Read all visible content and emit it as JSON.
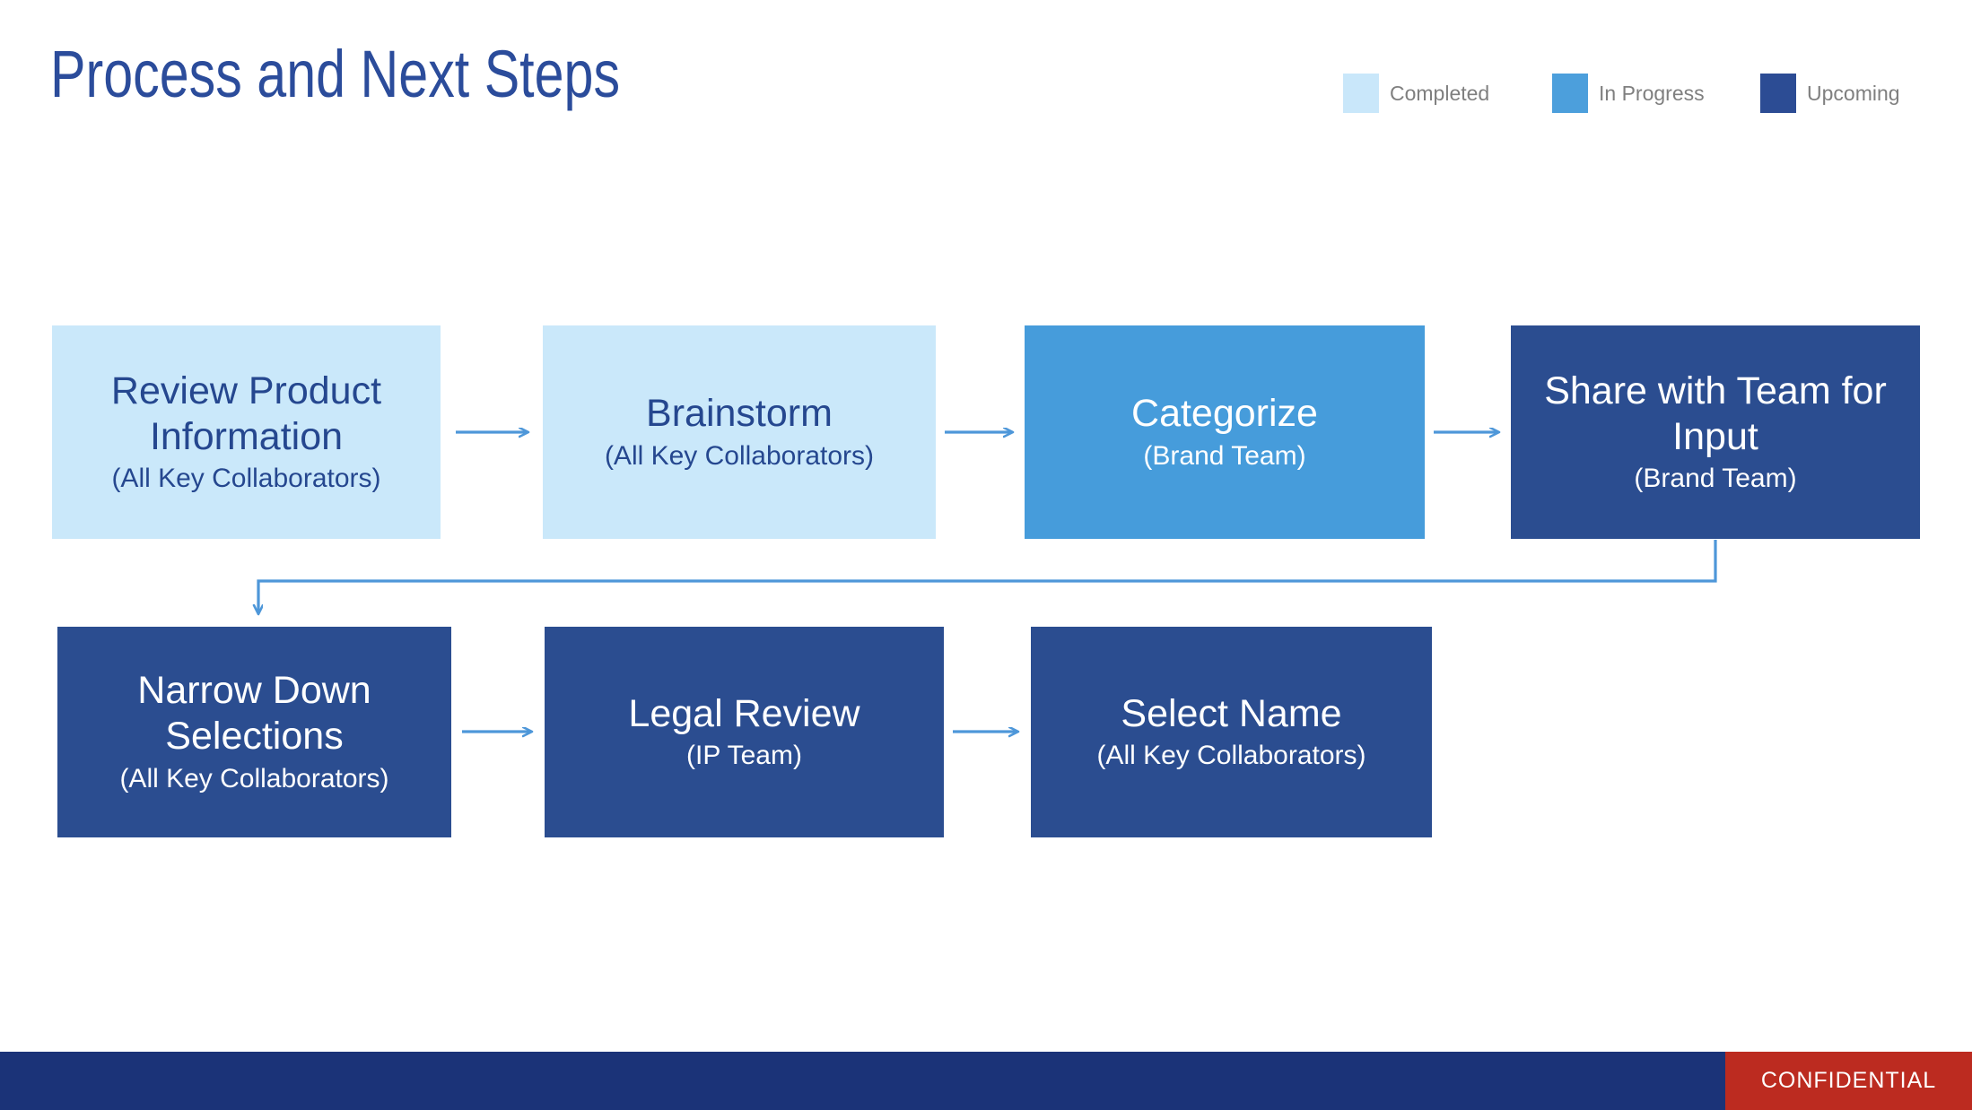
{
  "slide": {
    "title": "Process and Next Steps"
  },
  "legend": {
    "items": [
      {
        "label": "Completed",
        "color": "#C9E7FA",
        "status": "completed"
      },
      {
        "label": "In Progress",
        "color": "#4C9FDC",
        "status": "in_progress"
      },
      {
        "label": "Upcoming",
        "color": "#2C4C94",
        "status": "upcoming"
      }
    ]
  },
  "flow": {
    "steps": [
      {
        "title": "Review Product Information",
        "subtitle": "(All Key Collaborators)",
        "status": "completed"
      },
      {
        "title": "Brainstorm",
        "subtitle": "(All Key Collaborators)",
        "status": "completed"
      },
      {
        "title": "Categorize",
        "subtitle": "(Brand Team)",
        "status": "in_progress"
      },
      {
        "title": "Share with Team for Input",
        "subtitle": "(Brand Team)",
        "status": "upcoming"
      },
      {
        "title": "Narrow Down Selections",
        "subtitle": "(All Key Collaborators)",
        "status": "upcoming"
      },
      {
        "title": "Legal Review",
        "subtitle": "(IP Team)",
        "status": "upcoming"
      },
      {
        "title": "Select Name",
        "subtitle": "(All Key Collaborators)",
        "status": "upcoming"
      }
    ],
    "connections": "1→2→3→4→5→6→7 left-to-right, elbow from step 4 down to step 5"
  },
  "footer": {
    "confidential_label": "CONFIDENTIAL"
  },
  "colors": {
    "title_text": "#2B4C9B",
    "box_completed": "#CAE8FA",
    "box_in_progress": "#469CDB",
    "box_upcoming": "#2B4D90",
    "completed_text": "#25478F",
    "arrow": "#4E97D9",
    "legend_text": "#7F7F7F",
    "footer_bar": "#1B3378",
    "confidential_red": "#BC2B20"
  }
}
